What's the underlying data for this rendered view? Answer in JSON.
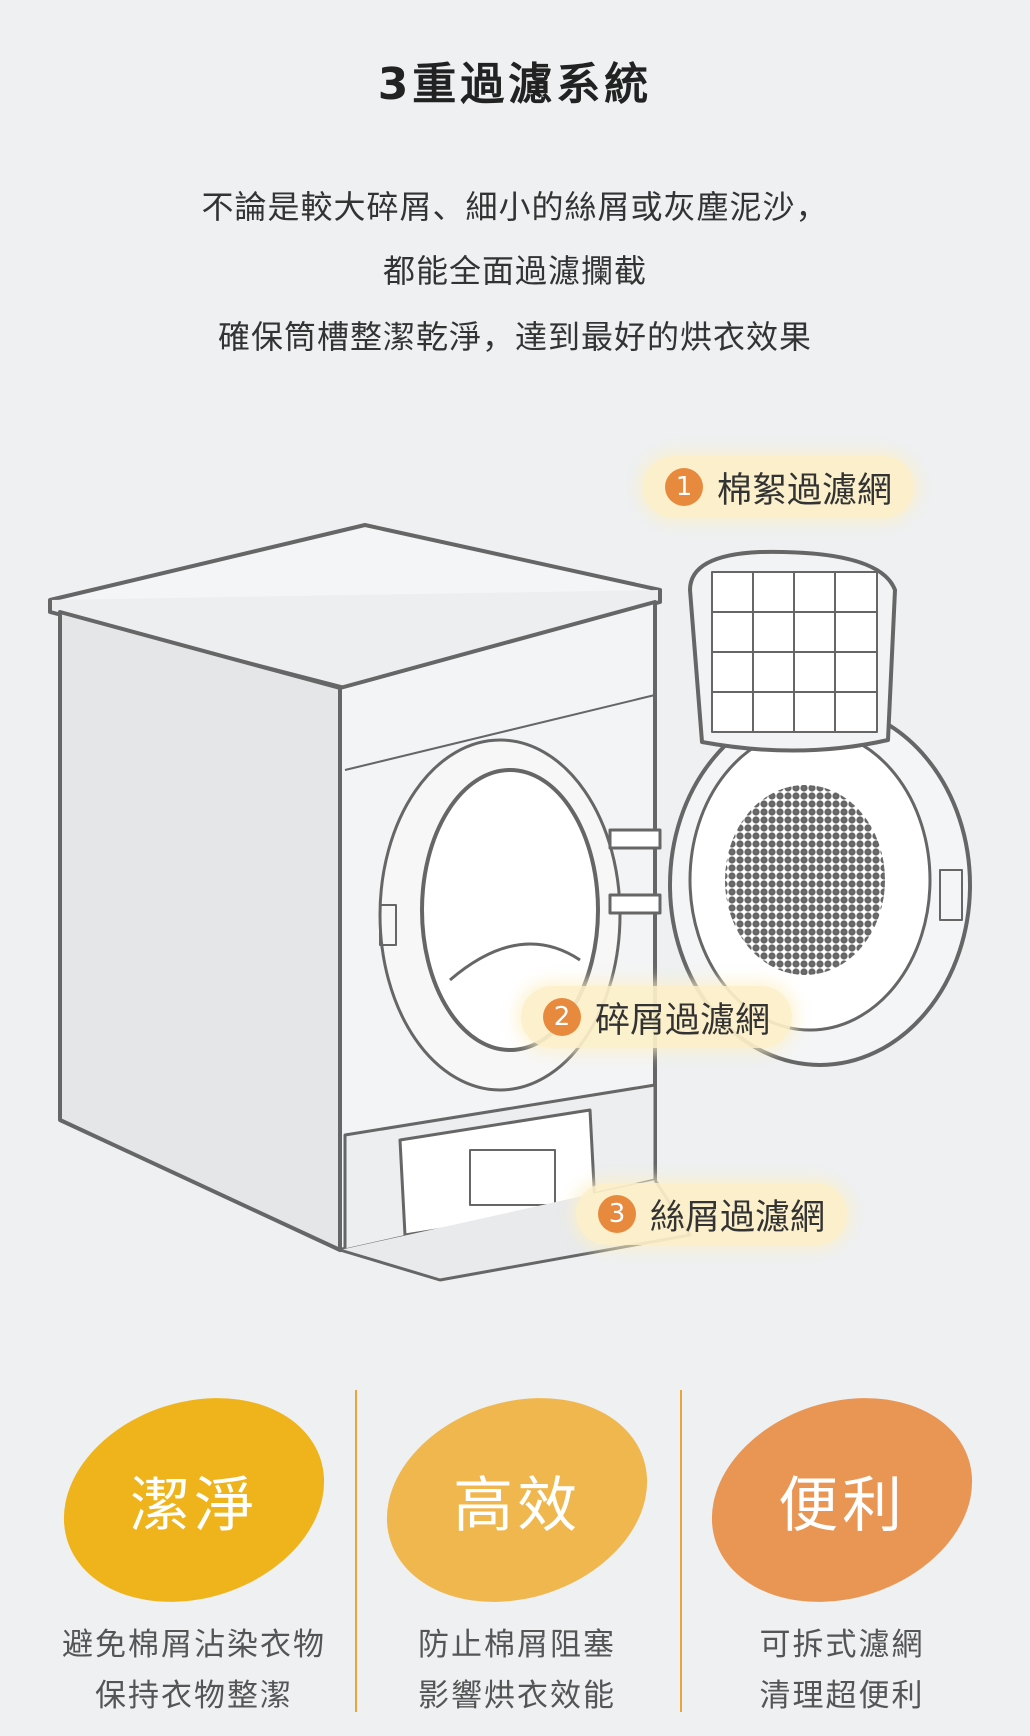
{
  "header": {
    "title": "3重過濾系統",
    "lines": [
      "不論是較大碎屑、細小的絲屑或灰塵泥沙，",
      "都能全面過濾攔截",
      "確保筒槽整潔乾淨，達到最好的烘衣效果"
    ]
  },
  "callouts": [
    {
      "number": "1",
      "label": "棉絮過濾網"
    },
    {
      "number": "2",
      "label": "碎屑過濾網"
    },
    {
      "number": "3",
      "label": "絲屑過濾網"
    }
  ],
  "features": [
    {
      "title": "潔淨",
      "color": "#efb41c",
      "lines": [
        "避免棉屑沾染衣物",
        "保持衣物整潔"
      ]
    },
    {
      "title": "高效",
      "color": "#f0b74e",
      "lines": [
        "防止棉屑阻塞",
        "影響烘衣效能"
      ]
    },
    {
      "title": "便利",
      "color": "#e99553",
      "lines": [
        "可拆式濾網",
        "清理超便利"
      ]
    }
  ],
  "colors": {
    "background": "#eef0f2",
    "divider": "#e9a53a",
    "badge": "#e88a3e"
  }
}
